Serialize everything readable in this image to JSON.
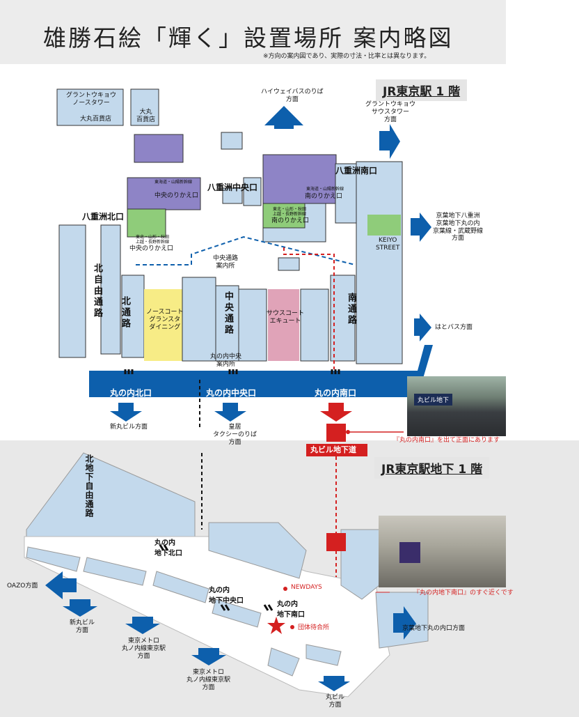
{
  "header": {
    "title": "雄勝石絵「輝く」設置場所 案内略図",
    "note": "※方向の案内図であり、実際の寸法・比率とは異なります。"
  },
  "floors": {
    "upper": "JR東京駅 1 階",
    "lower": "JR東京駅地下 1 階"
  },
  "upper_labels": {
    "granto_north": "グラントウキョウ\nノースタワー",
    "daimaru_dept": "大丸百貨店",
    "daimaru": "大丸\n百貨店",
    "highway_bus": "ハイウェイバスのりば\n方面",
    "granto_south": "グラントウキョウ\nサウスタワー\n方面",
    "yaesu_central_gate": "八重洲中央口",
    "yaesu_south_gate": "八重洲南口",
    "yaesu_north_gate": "八重洲北口",
    "central_transfer": "中央のりかえ口",
    "central_transfer_2": "中央のりかえ口",
    "south_transfer": "南のりかえ口",
    "south_transfer_2": "南のりかえ口",
    "tokaido_small_1": "東海道・山陽新幹線",
    "tokaido_small_2": "東海道・山陽新幹線",
    "tohoku_small_1": "東北・山形・秋田\n上越・長野新幹線",
    "tohoku_small_2": "東北・山形・秋田\n上越・長野新幹線",
    "keiyo_street": "KEIYO\nSTREET",
    "keiyo_direction": "京葉地下八重洲\n京葉地下丸の内\n京葉線・武蔵野線\n方面",
    "hato_bus": "はとバス方面",
    "central_passage_info": "中央通路\n案内所",
    "north_passage": "北自由通路",
    "north_aisle": "北通路",
    "central_aisle": "中央通路",
    "south_aisle": "南通路",
    "north_court": "ノースコート\nグランスタ\nダイニング",
    "south_court": "サウスコート\nエキュート",
    "marunouchi_info": "丸の内中央\n案内所",
    "m_north_gate": "丸の内北口",
    "m_central_gate": "丸の内中央口",
    "m_south_gate": "丸の内南口",
    "shinmaru_dir": "新丸ビル方面",
    "kokyo_dir": "皇居\nタクシーのりば\n方面",
    "marubiru_underground": "丸ビル地下道",
    "photo1_caption": "『丸の内南口』を出て正面にあります",
    "photo1_sign": "丸ビル地下"
  },
  "lower_labels": {
    "north_underpass": "北地下自由通路",
    "m_ug_north": "丸の内\n地下北口",
    "m_ug_central": "丸の内\n地下中央口",
    "m_ug_south": "丸の内\n地下南口",
    "oazo": "OAZO方面",
    "shinmaru": "新丸ビル\n方面",
    "metro1": "東京メトロ\n丸ノ内線東京駅\n方面",
    "metro2": "東京メトロ\n丸ノ内線東京駅\n方面",
    "marubiru": "丸ビル\n方面",
    "newdays": "NEWDAYS",
    "group_wait": "団体待合所",
    "keiyo_underground": "京葉地下丸の内口方面",
    "photo2_caption": "『丸の内地下南口』のすぐ近くです"
  },
  "colors": {
    "gate_blue": "#0d5fac",
    "concourse": "#c3d9ec",
    "platform_purple": "#8e84c6",
    "transfer_green": "#8fcc7a",
    "north_court": "#f7ec86",
    "south_court": "#e0a3b8",
    "route_red": "#d42020"
  }
}
